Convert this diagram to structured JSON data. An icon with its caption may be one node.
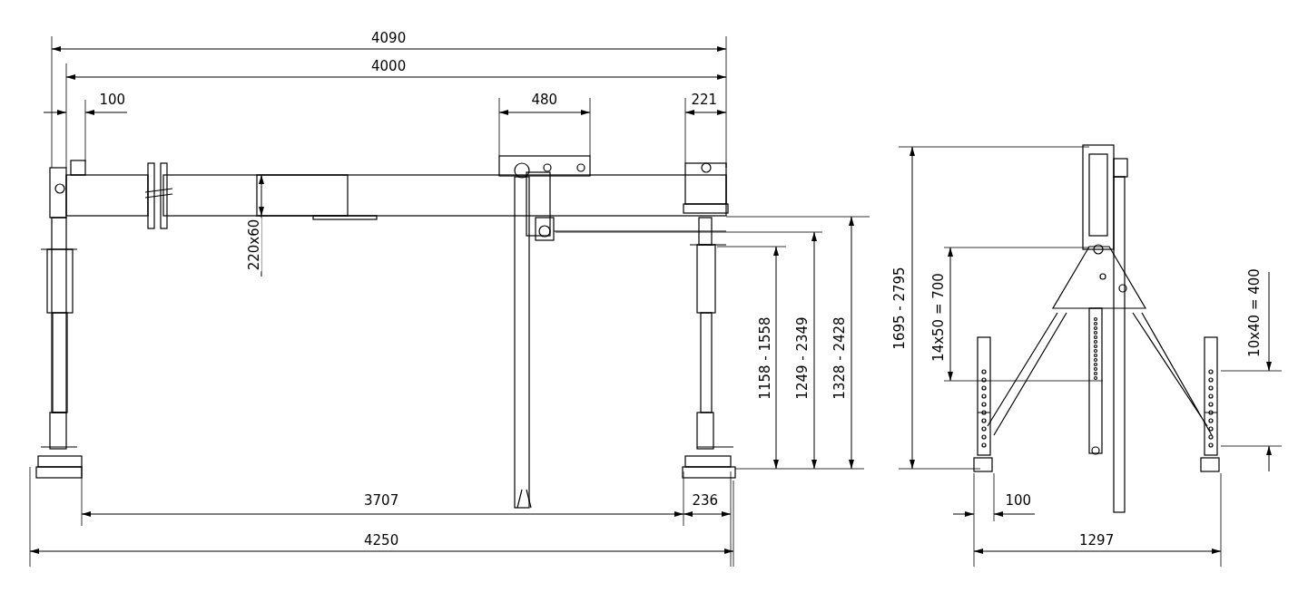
{
  "diagram": {
    "labels": [
      "4090",
      "4000",
      "100",
      "480",
      "221",
      "220x60",
      "1158 - 1558",
      "1249 - 2349",
      "1328 - 2428",
      "1695 - 2795",
      "14x50 = 700",
      "10x40 = 400",
      "3707",
      "236",
      "4250",
      "100",
      "1297"
    ]
  }
}
